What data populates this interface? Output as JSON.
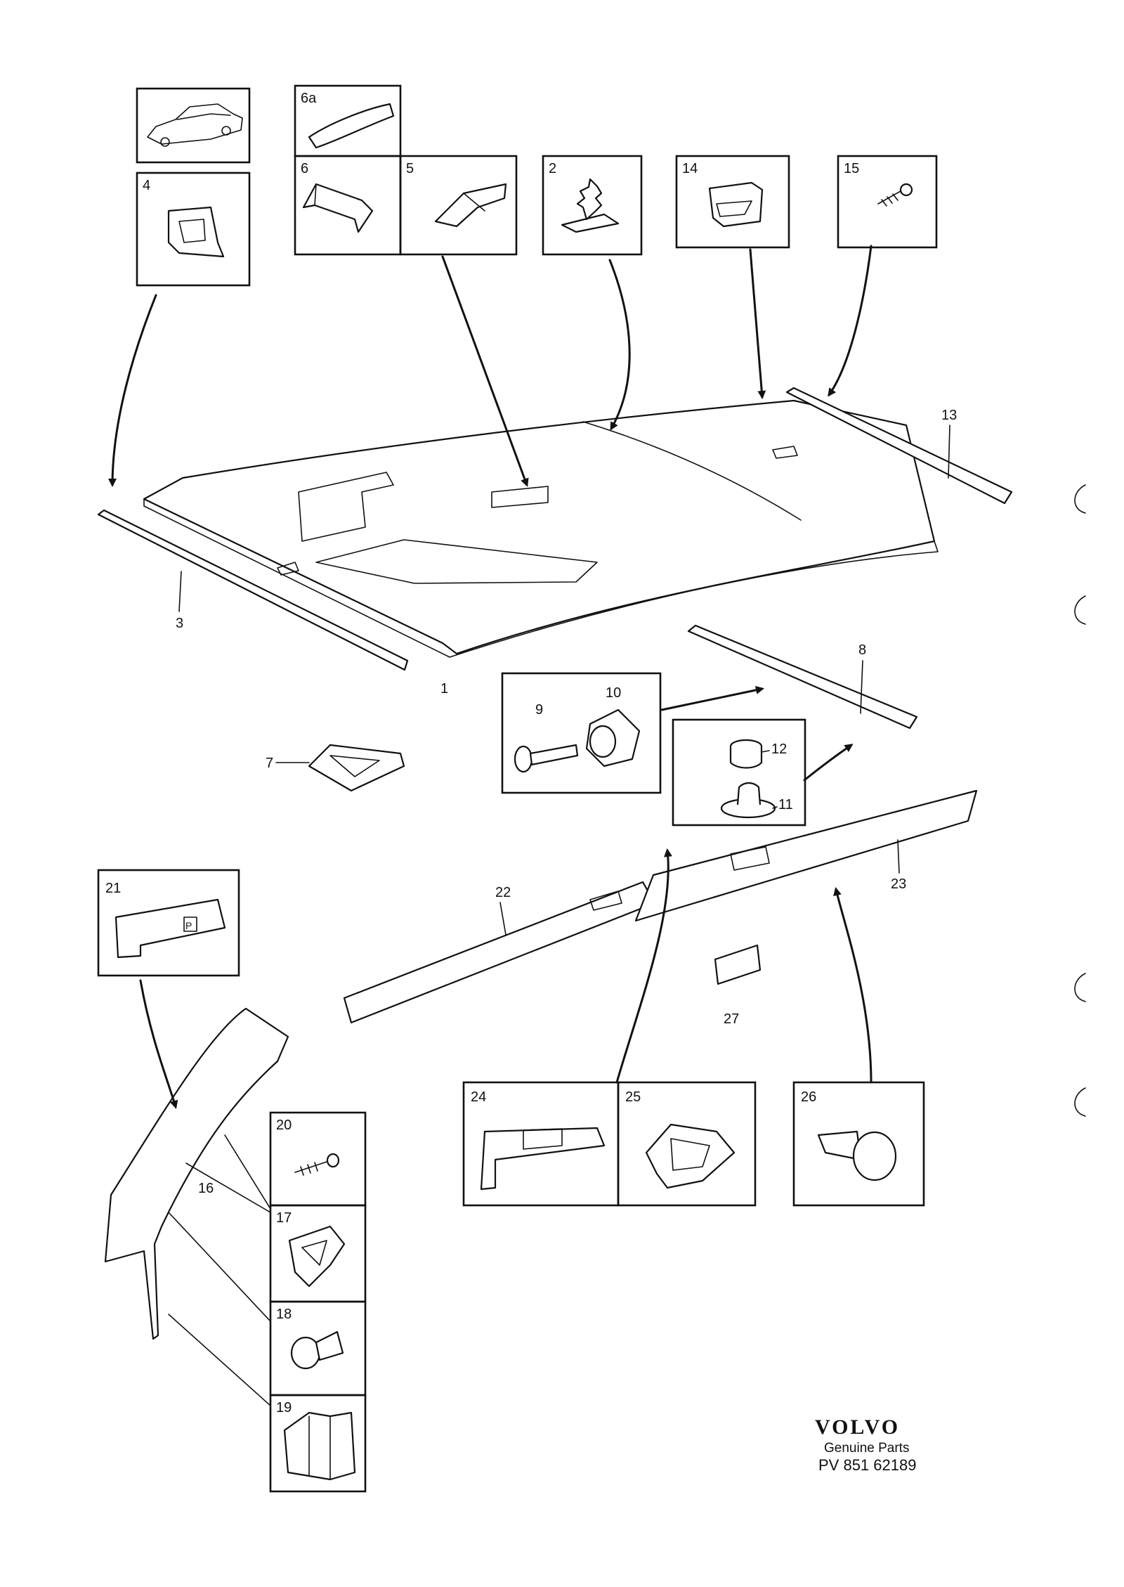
{
  "labels": {
    "p1": "1",
    "p2": "2",
    "p3": "3",
    "p4": "4",
    "p5": "5",
    "p6": "6",
    "p6a": "6a",
    "p7": "7",
    "p8": "8",
    "p9": "9",
    "p10": "10",
    "p11": "11",
    "p12": "12",
    "p13": "13",
    "p14": "14",
    "p15": "15",
    "p16": "16",
    "p17": "17",
    "p18": "18",
    "p19": "19",
    "p20": "20",
    "p21": "21",
    "p22": "22",
    "p23": "23",
    "p24": "24",
    "p25": "25",
    "p26": "26",
    "p27": "27"
  },
  "brand": {
    "name": "VOLVO",
    "subtitle": "Genuine Parts",
    "code": "PV 851 62189"
  },
  "icons": [
    "car-icon",
    "headliner-panel",
    "roof-molding",
    "clip-icon",
    "screw-icon",
    "push-rivet-icon"
  ]
}
